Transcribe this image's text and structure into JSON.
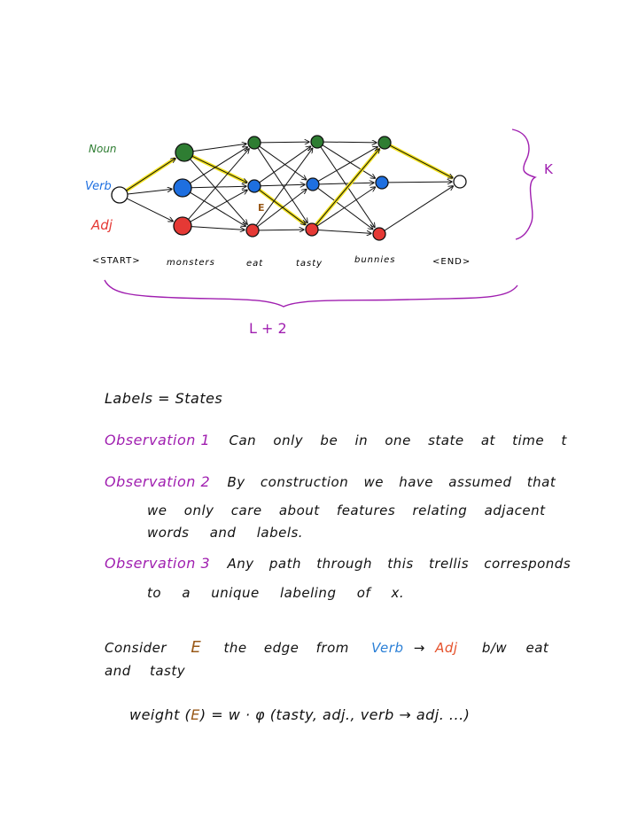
{
  "diagram": {
    "row_labels": {
      "noun": "Noun",
      "verb": "Verb",
      "adj": "Adj"
    },
    "columns": [
      "<START>",
      "monsters",
      "eat",
      "tasty",
      "bunnies",
      "<END>"
    ],
    "edge_label": "E",
    "k_label": "K",
    "length_label": "L + 2",
    "colors": {
      "noun": "#2e7d32",
      "verb": "#1e6fe0",
      "adj": "#e53935",
      "highlight": "#f2e21d",
      "brace": "#a01fb0",
      "edge_label": "#9a5a1a"
    }
  },
  "notes": {
    "labels_line": "Labels = States",
    "obs1": {
      "title": "Observation 1",
      "text": "Can only be in one state at time t"
    },
    "obs2": {
      "title": "Observation 2",
      "line1": "By construction we have assumed that",
      "line2": "we only care about features relating adjacent",
      "line3": "words and labels."
    },
    "obs3": {
      "title": "Observation 3",
      "line1": "Any path through this trellis corresponds",
      "line2": "to a unique labeling of x."
    },
    "consider": {
      "pre": "Consider",
      "E": "E",
      "mid": "the edge from",
      "verb": "Verb",
      "arrow": "→",
      "adj": "Adj",
      "post": "b/w eat",
      "line2": "and tasty"
    },
    "weight": {
      "pre": "weight (",
      "E": "E",
      "post": ") = w · φ (tasty, adj., verb → adj. ...)"
    }
  }
}
